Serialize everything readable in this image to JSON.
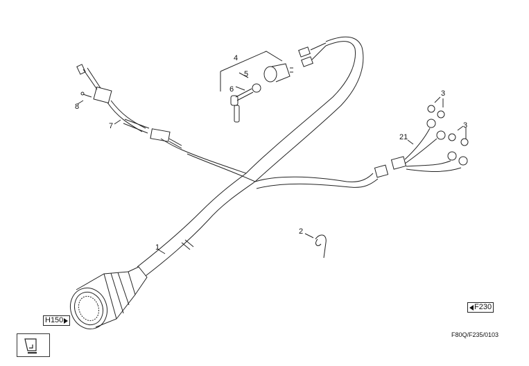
{
  "diagram": {
    "type": "exploded parts diagram - wiring harness",
    "callouts": [
      {
        "id": "1",
        "label": "1"
      },
      {
        "id": "2",
        "label": "2"
      },
      {
        "id": "3a",
        "label": "3"
      },
      {
        "id": "3b",
        "label": "3"
      },
      {
        "id": "4",
        "label": "4"
      },
      {
        "id": "5",
        "label": "5"
      },
      {
        "id": "6",
        "label": "6"
      },
      {
        "id": "7",
        "label": "7"
      },
      {
        "id": "8",
        "label": "8"
      },
      {
        "id": "21",
        "label": "21"
      }
    ],
    "refs": {
      "prev": {
        "label": "H150",
        "direction": "right"
      },
      "next": {
        "label": "F230",
        "direction": "left"
      }
    },
    "drawing_code": "F80Q/F235/0103",
    "icon": "seat-operator-icon",
    "line_color": "#222222",
    "background": "#ffffff"
  }
}
